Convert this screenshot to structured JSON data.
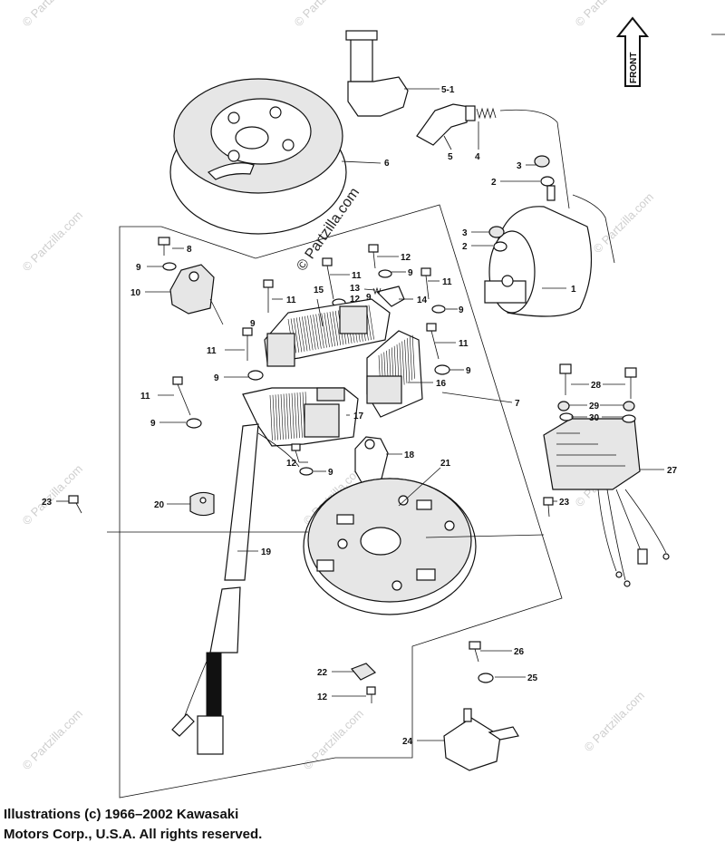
{
  "watermark": {
    "text": "© Partzilla.com"
  },
  "front_label": "FRONT",
  "copyright": {
    "line1": "Illustrations (c) 1966–2002 Kawasaki",
    "line2": "Motors Corp., U.S.A.  All rights reserved."
  },
  "callouts": {
    "c1": "1",
    "c2a": "2",
    "c2b": "2",
    "c3a": "3",
    "c3b": "3",
    "c4": "4",
    "c5": "5",
    "c5_1": "5-1",
    "c6": "6",
    "c7": "7",
    "c8": "8",
    "c9_a": "9",
    "c9_b": "9",
    "c9_c": "9",
    "c9_d": "9",
    "c9_e": "9",
    "c9_f": "9",
    "c9_g": "9",
    "c9_h": "9",
    "c9_i": "9",
    "c10": "10",
    "c11_a": "11",
    "c11_b": "11",
    "c11_c": "11",
    "c11_d": "11",
    "c11_e": "11",
    "c11_f": "11",
    "c12_a": "12",
    "c12_b": "12",
    "c12_c": "12",
    "c13": "13",
    "c14": "14",
    "c15": "15",
    "c16": "16",
    "c17": "17",
    "c18": "18",
    "c19": "19",
    "c20": "20",
    "c21": "21",
    "c22": "22",
    "c23_a": "23",
    "c23_b": "23",
    "c24": "24",
    "c25": "25",
    "c26": "26",
    "c27": "27",
    "c28": "28",
    "c29": "29",
    "c30": "30"
  }
}
